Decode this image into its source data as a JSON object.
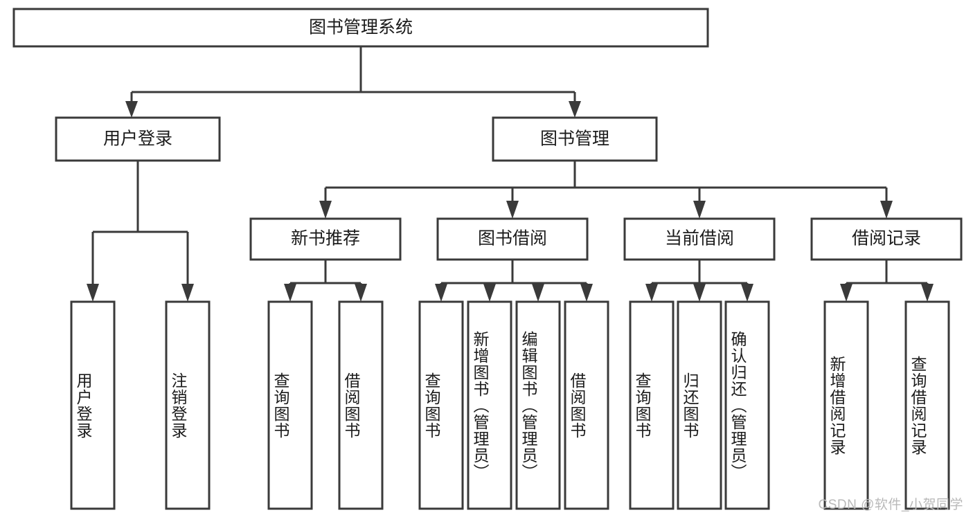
{
  "diagram": {
    "type": "tree",
    "title": "图书管理系统",
    "watermark": "CSDN @软件_小贺同学",
    "colors": {
      "box_stroke": "#3a3a3a",
      "box_fill": "#ffffff",
      "text": "#1b1b1b",
      "connector": "#3a3a3a",
      "watermark": "#b9b9b9",
      "background": "#ffffff"
    },
    "root": {
      "label": "图书管理系统"
    },
    "level2": [
      {
        "label": "用户登录"
      },
      {
        "label": "图书管理"
      }
    ],
    "level3": [
      {
        "label": "新书推荐"
      },
      {
        "label": "图书借阅"
      },
      {
        "label": "当前借阅"
      },
      {
        "label": "借阅记录"
      }
    ],
    "leaves": {
      "user_login": [
        {
          "label": "用户登录"
        },
        {
          "label": "注销登录"
        }
      ],
      "new_book_recommend": [
        {
          "label": "查询图书"
        },
        {
          "label": "借阅图书"
        }
      ],
      "book_borrow": [
        {
          "label": "查询图书"
        },
        {
          "label": "新增图书（管理员）"
        },
        {
          "label": "编辑图书（管理员）"
        },
        {
          "label": "借阅图书"
        }
      ],
      "current_borrow": [
        {
          "label": "查询图书"
        },
        {
          "label": "归还图书"
        },
        {
          "label": "确认归还（管理员）"
        }
      ],
      "borrow_record": [
        {
          "label": "新增借阅记录"
        },
        {
          "label": "查询借阅记录"
        }
      ]
    }
  }
}
